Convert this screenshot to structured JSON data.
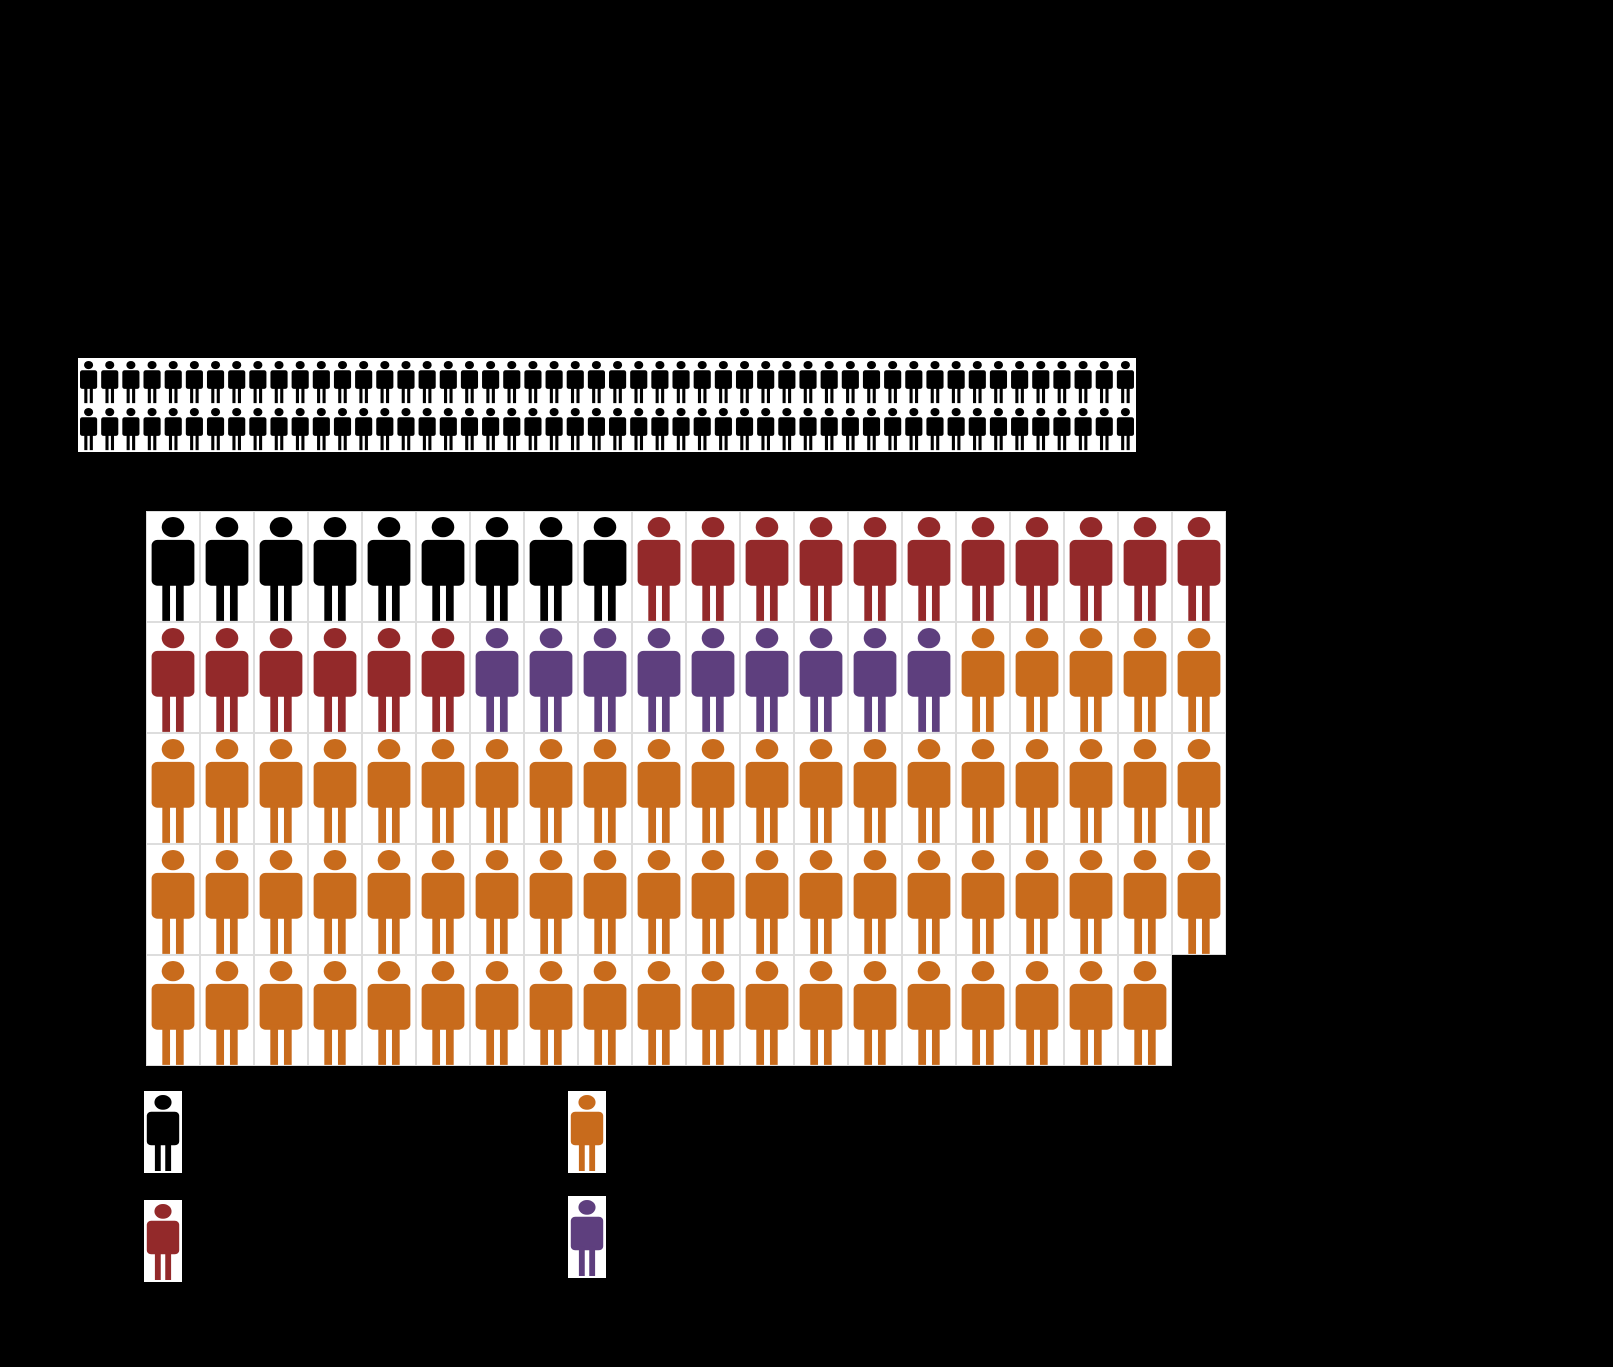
{
  "chart_data": {
    "type": "pictogram",
    "title": "",
    "reference_strip": {
      "rows": 2,
      "icons_per_row": 50,
      "color": "#000000"
    },
    "grid": {
      "columns": 20,
      "rows": 5,
      "total_icons": 99
    },
    "series": [
      {
        "key": "black",
        "color": "#000000",
        "count": 9
      },
      {
        "key": "red",
        "color": "#93292a",
        "count": 17
      },
      {
        "key": "purple",
        "color": "#5e3f7e",
        "count": 9
      },
      {
        "key": "orange",
        "color": "#c86b1c",
        "count": 64
      }
    ],
    "legend": {
      "items": [
        {
          "key": "black",
          "color": "#000000"
        },
        {
          "key": "orange",
          "color": "#c86b1c"
        },
        {
          "key": "red",
          "color": "#93292a"
        },
        {
          "key": "purple",
          "color": "#5e3f7e"
        }
      ]
    },
    "colors": {
      "background": "#000000",
      "tile": "#ffffff"
    }
  }
}
